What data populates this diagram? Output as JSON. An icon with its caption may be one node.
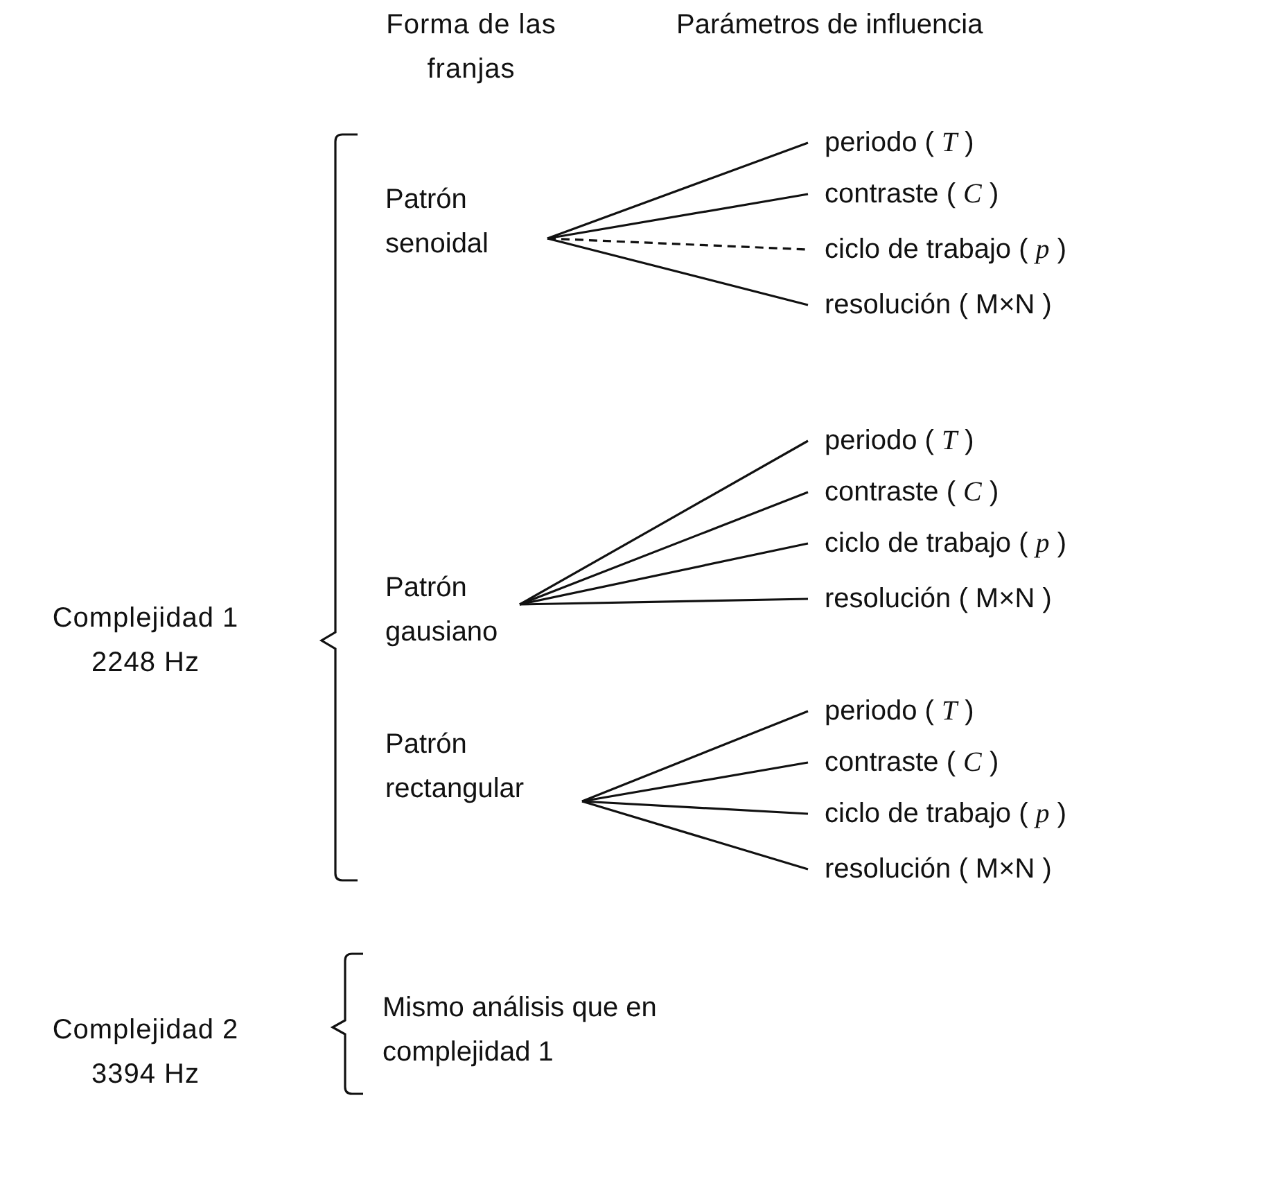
{
  "diagram": {
    "nodes": [
      {
        "text": [
          "Patrón senoidal"
        ]
      },
      {
        "text": [
          "periodo ( *T* )"
        ]
      },
      {
        "text": [
          "contraste ( *C* )"
        ]
      },
      {
        "text": [
          "ciclo de trabajo ( *p* )"
        ]
      },
      {
        "text": [
          "resolución ( M×N )"
        ]
      },
      {
        "text": [
          "Patrón gausiano"
        ]
      },
      {
        "text": [
          "periodo ( *T* )"
        ]
      },
      {
        "text": [
          "contraste ( *C* )"
        ]
      },
      {
        "text": [
          "ciclo de trabajo ( *p* )"
        ]
      },
      {
        "text": [
          "resolución ( M×N )"
        ]
      },
      {
        "text": [
          "Patrón rectangular"
        ]
      },
      {
        "text": [
          "periodo ( *T* )"
        ]
      },
      {
        "text": [
          "contraste ( *C* )"
        ]
      },
      {
        "text": [
          "ciclo de trabajo ( *p* )"
        ]
      },
      {
        "text": [
          "resolución ( M×N )"
        ]
      }
    ],
    "edges": [
      {
        "from": 0,
        "to": 1,
        "arrow": "none"
      },
      {
        "from": 0,
        "to": 2,
        "arrow": "none"
      },
      {
        "from": 0,
        "to": 3,
        "arrow": "none",
        "style": "dashed"
      },
      {
        "from": 0,
        "to": 4,
        "arrow": "none"
      },
      {
        "from": 5,
        "to": 6,
        "arrow": "none"
      },
      {
        "from": 5,
        "to": 7,
        "arrow": "none"
      },
      {
        "from": 5,
        "to": 8,
        "arrow": "none"
      },
      {
        "from": 5,
        "to": 9,
        "arrow": "none"
      },
      {
        "from": 10,
        "to": 11,
        "arrow": "none"
      },
      {
        "from": 10,
        "to": 12,
        "arrow": "none"
      },
      {
        "from": 10,
        "to": 13,
        "arrow": "none"
      },
      {
        "from": 10,
        "to": 14,
        "arrow": "none"
      }
    ],
    "labels": [
      "Forma de las franjas",
      "Parámetros de influencia",
      "Complejidad 1 2248 Hz",
      "Complejidad 2 3394 Hz",
      "Mismo análisis que en complejidad 1"
    ]
  }
}
